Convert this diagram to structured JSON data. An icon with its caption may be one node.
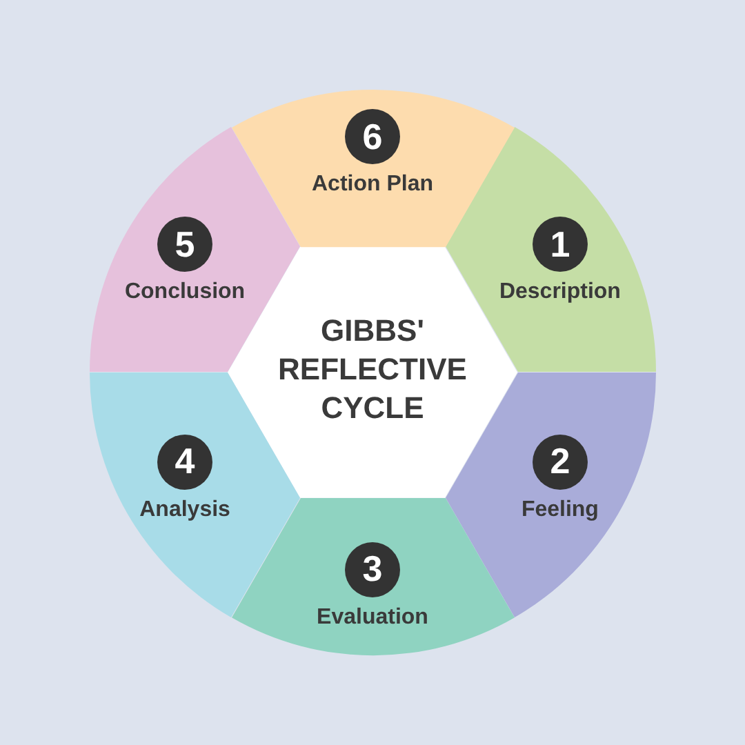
{
  "diagram": {
    "nodes": [
      {
        "text": [
          "GIBBS' REFLECTIVE CYCLE"
        ]
      },
      {
        "text": [
          "1",
          "Description"
        ]
      },
      {
        "text": [
          "2",
          "Feeling"
        ]
      },
      {
        "text": [
          "3",
          "Evaluation"
        ]
      },
      {
        "text": [
          "4",
          "Analysis"
        ]
      },
      {
        "text": [
          "5",
          "Conclusion"
        ]
      },
      {
        "text": [
          "6",
          "Action Plan"
        ]
      }
    ]
  }
}
